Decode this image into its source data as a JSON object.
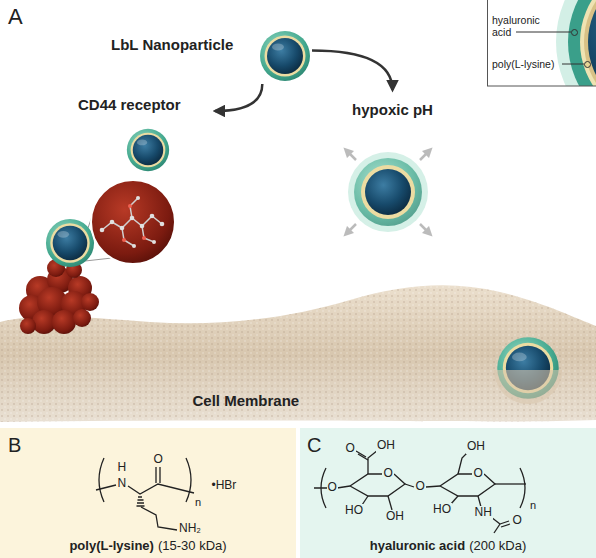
{
  "diagram": {
    "nodes": [
      {
        "text": [
          "LbL Nanoparticle"
        ]
      },
      {
        "text": [
          "CD44 receptor"
        ]
      },
      {
        "text": [
          "hypoxic pH"
        ]
      },
      {
        "text": [
          "poly(L-lysine)",
          "(15-30 kDa)"
        ]
      },
      {
        "text": [
          "hyaluronic acid",
          "(200 kDa)"
        ]
      }
    ],
    "edges": [
      {
        "from": 0,
        "to": 1,
        "arrow": "to"
      },
      {
        "from": 0,
        "to": 2,
        "arrow": "to"
      }
    ],
    "labels": [
      "A",
      "Cell Membrane",
      "B",
      "H",
      "N",
      "O",
      "n",
      "•HBr",
      "NH₂",
      "C",
      "OH",
      "O",
      "O",
      "O",
      "O",
      "HO",
      "OH",
      "OH",
      "O",
      "HO",
      "NH",
      "O",
      "n"
    ],
    "legend": [
      {
        "text": "hyaluronic acid",
        "color": "#3a9f8a"
      },
      {
        "text": "poly(L-lysine)",
        "color": "#e6d595"
      }
    ]
  }
}
